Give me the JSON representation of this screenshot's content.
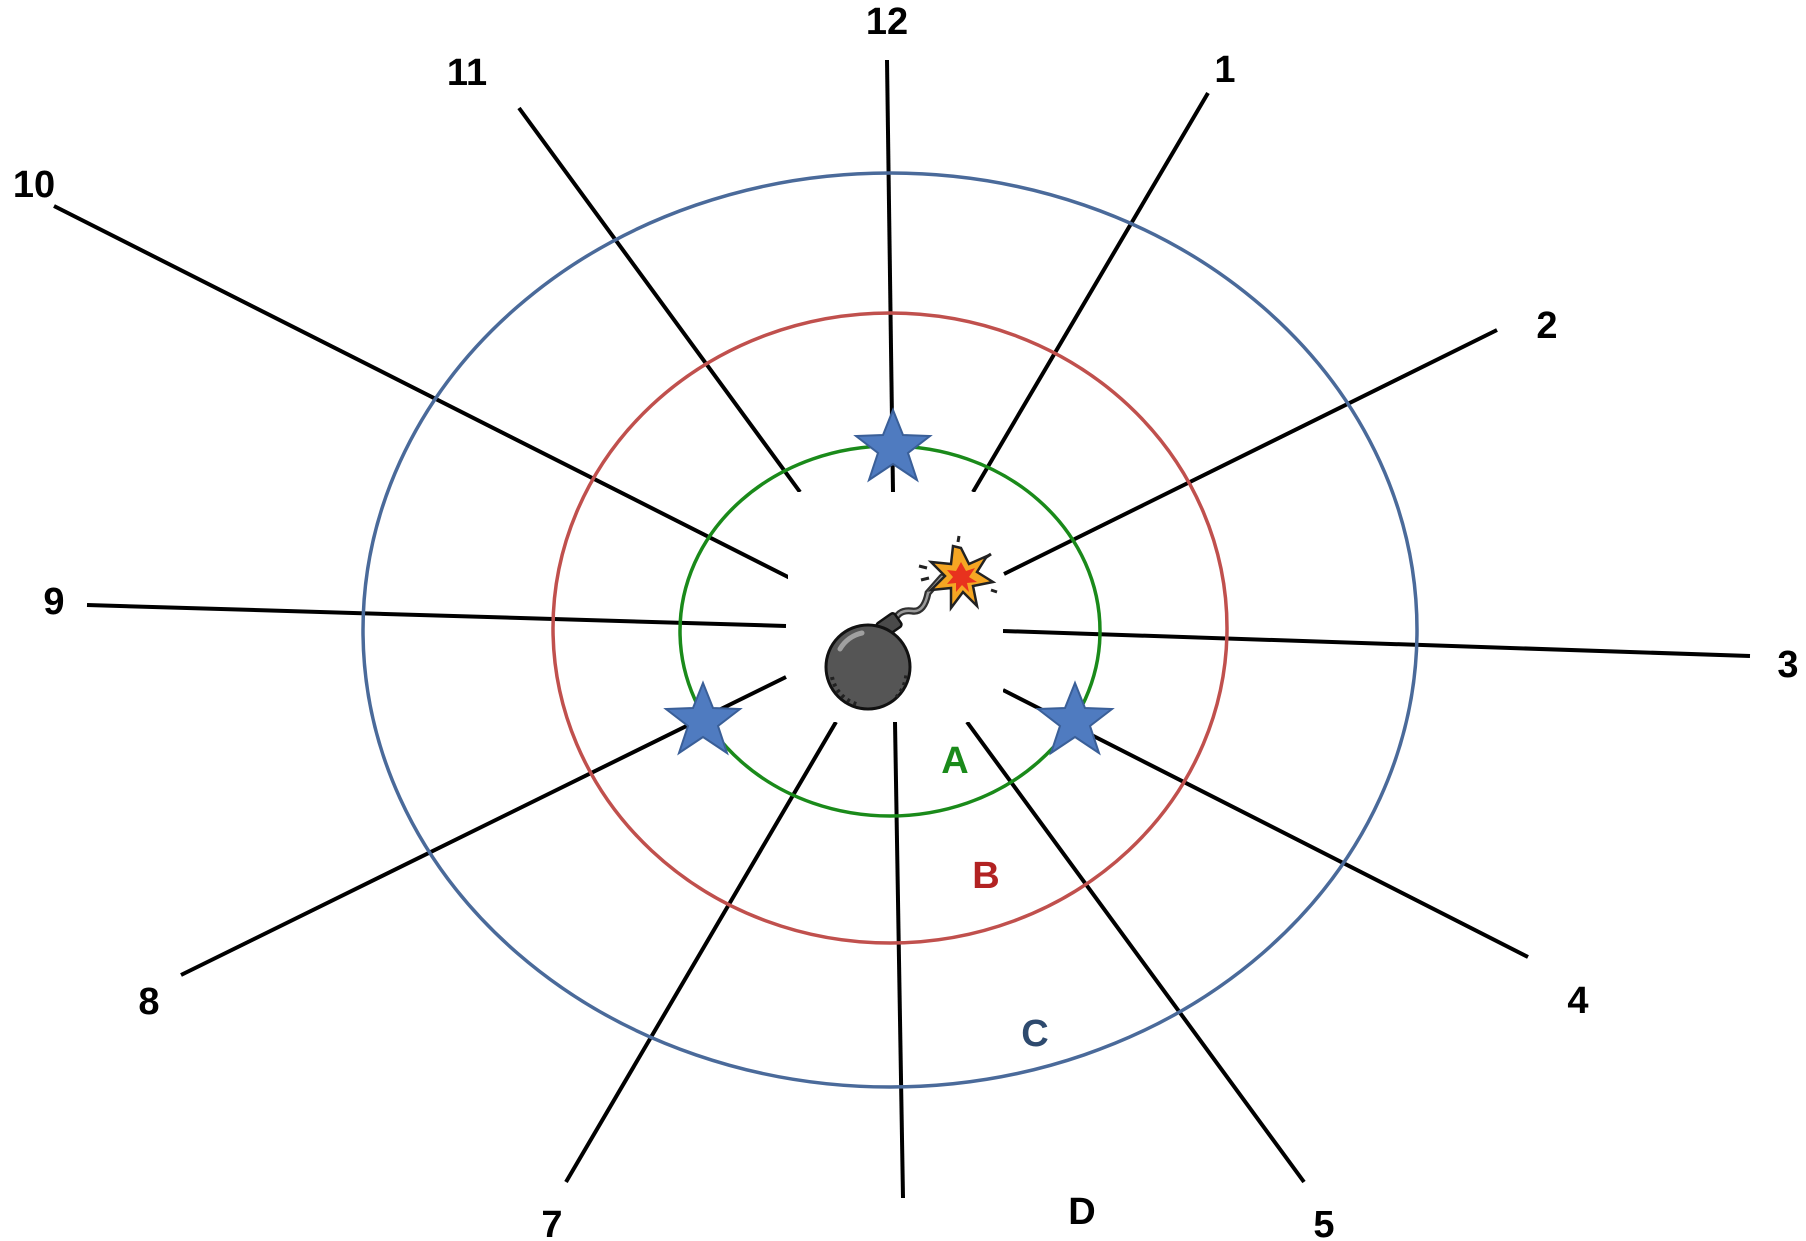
{
  "clock_labels": [
    "12",
    "1",
    "2",
    "3",
    "4",
    "5",
    "7",
    "8",
    "9",
    "10",
    "11"
  ],
  "zones": [
    {
      "label": "A",
      "color": "#1a8a1a"
    },
    {
      "label": "B",
      "color": "#b22222"
    },
    {
      "label": "C",
      "color": "#2e4a6e"
    },
    {
      "label": "D",
      "color": "#000000"
    }
  ],
  "ring_colors": {
    "inner": "#1a8a1a",
    "middle": "#c0504d",
    "outer": "#4a6a9a"
  },
  "star_color": "#4f7bc0",
  "icons": {
    "center": "bomb-icon",
    "marker": "star-icon"
  }
}
